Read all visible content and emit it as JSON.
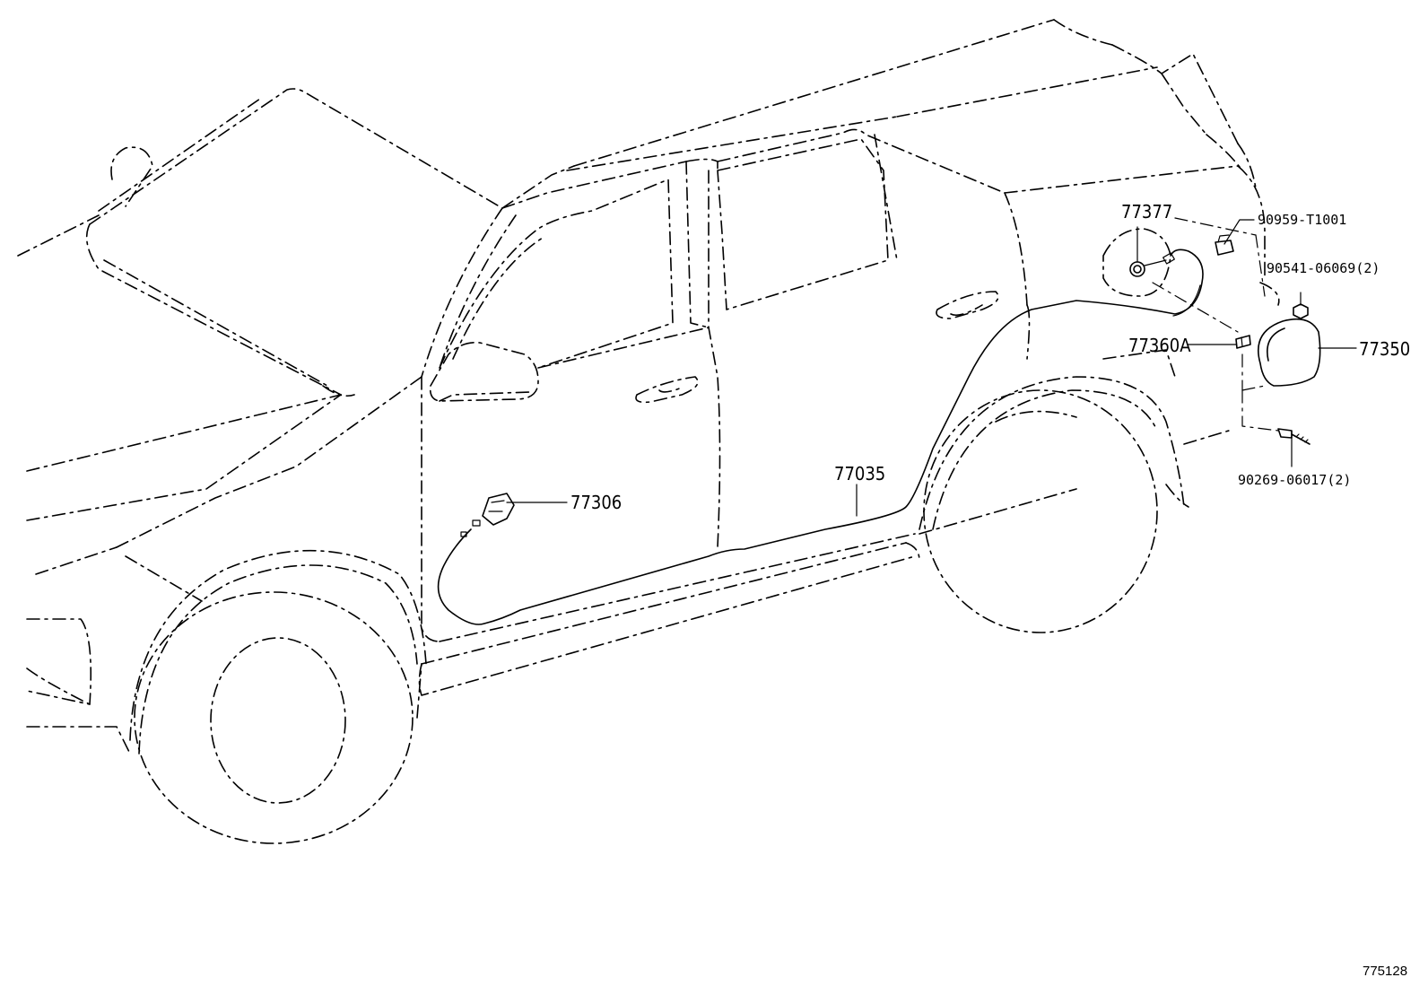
{
  "diagram": {
    "figure_number": "775128",
    "callouts": {
      "cable": "77035",
      "release_handle": "77306",
      "lock_actuator": "77377",
      "retainer_clip": "77360A",
      "fuel_lid": "77350",
      "bracket_clip": "90959-T1001",
      "screw": "90269-06017(2)",
      "nut": "90541-06069(2)"
    }
  }
}
